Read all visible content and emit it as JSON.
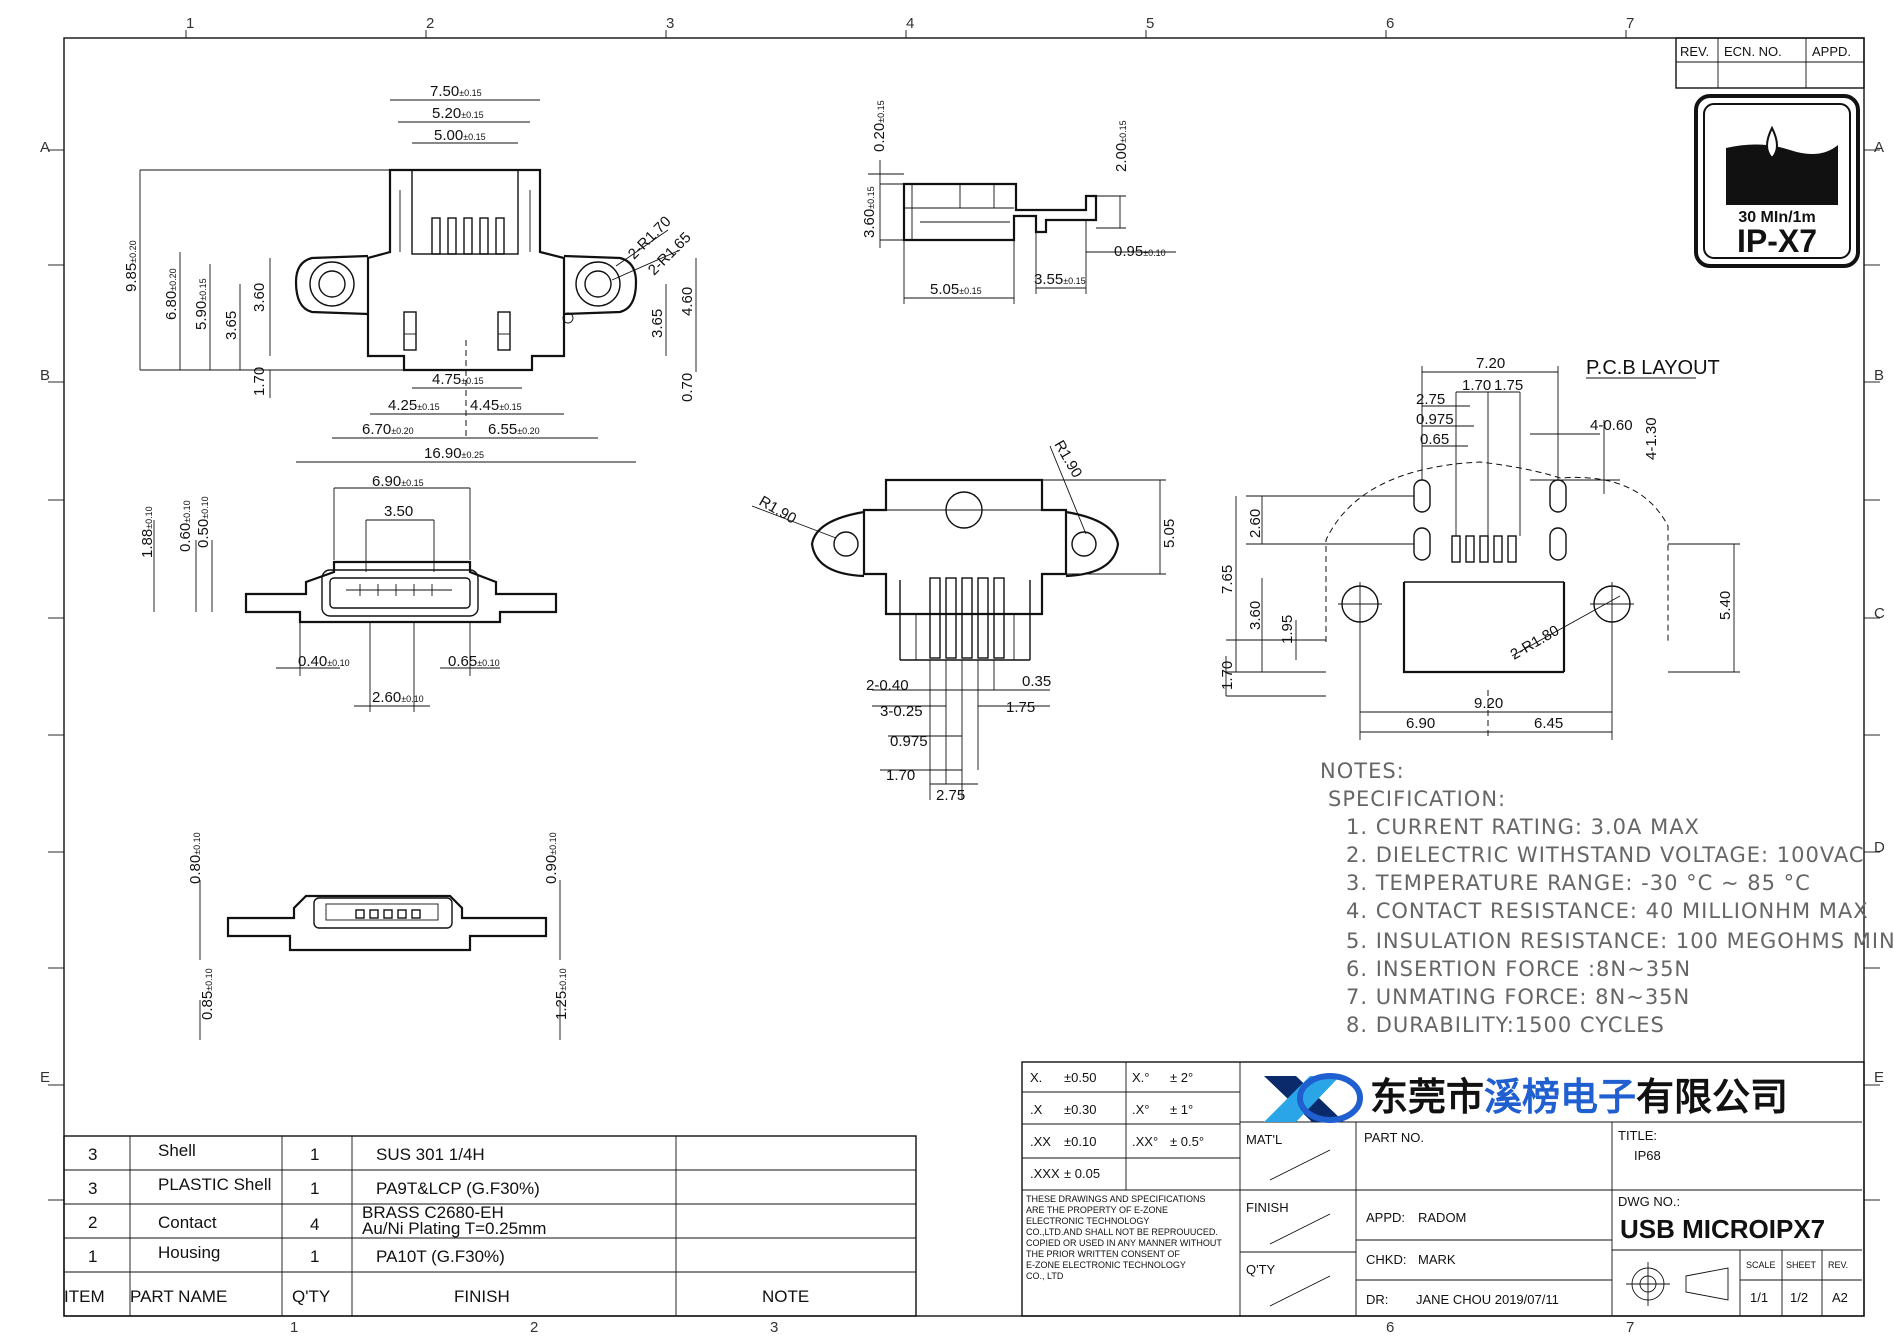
{
  "grid": {
    "columns": [
      "1",
      "2",
      "3",
      "4",
      "5",
      "6",
      "7"
    ],
    "rows": [
      "A",
      "B",
      "C",
      "D",
      "E"
    ]
  },
  "revision_block": {
    "rev": "REV.",
    "ecn": "ECN. NO.",
    "appd": "APPD."
  },
  "badge": {
    "line1": "30 MIn/1m",
    "line2": "IP-X7"
  },
  "views": {
    "top": {
      "dims": [
        "7.50",
        "5.20",
        "5.00",
        "9.85",
        "6.80",
        "5.90",
        "3.65",
        "3.60",
        "1.70",
        "2-R1.70",
        "2-R1.65",
        "4.60",
        "3.65",
        "0.70",
        "4.75",
        "4.25",
        "4.45",
        "6.70",
        "6.55",
        "16.90"
      ],
      "tol": [
        "±0.15",
        "±0.15",
        "±0.15",
        "±0.20",
        "±0.20",
        "±0.15",
        "",
        "",
        "",
        "",
        "",
        "",
        "",
        "",
        "±0.15",
        "±0.15",
        "±0.15",
        "±0.20",
        "±0.20",
        "±0.25"
      ]
    },
    "side": {
      "dims": [
        "0.20",
        "2.00",
        "3.60",
        "0.95",
        "5.05",
        "3.55"
      ],
      "tol": [
        "±0.15",
        "±0.15",
        "±0.15",
        "±0.10",
        "±0.15",
        "±0.15"
      ]
    },
    "front": {
      "dims": [
        "6.90",
        "3.50",
        "1.88",
        "0.60",
        "0.50",
        "0.40",
        "0.65",
        "2.60"
      ],
      "tol": [
        "±0.15",
        "",
        "±0.10",
        "±0.10",
        "±0.10",
        "±0.10",
        "±0.10",
        "±0.10"
      ]
    },
    "bottom": {
      "dims": [
        "0.80",
        "0.90",
        "0.85",
        "1.25"
      ],
      "tol": [
        "±0.10",
        "±0.10",
        "±0.10",
        "±0.10"
      ]
    },
    "center": {
      "dims": [
        "R1.90",
        "R1.90",
        "5.05",
        "2-0.40",
        "3-0.25",
        "0.975",
        "1.70",
        "2.75",
        "0.35",
        "1.75"
      ]
    },
    "pcb": {
      "title": "P.C.B LAYOUT",
      "dims": [
        "7.20",
        "1.70",
        "1.75",
        "2.75",
        "0.975",
        "0.65",
        "4-0.60",
        "4-1.30",
        "2.60",
        "7.65",
        "3.60",
        "1.95",
        "1.70",
        "5.40",
        "2-R1.80",
        "9.20",
        "6.90",
        "6.45"
      ]
    }
  },
  "notes": {
    "title": "NOTES:",
    "subtitle": "SPECIFICATION:",
    "items": [
      "1. CURRENT RATING: 3.0A MAX",
      "2. DIELECTRIC WITHSTAND VOLTAGE: 100VAC",
      "3. TEMPERATURE RANGE: -30 °C ~ 85 °C",
      "4. CONTACT RESISTANCE: 40 MILLIONHM MAX",
      "5. INSULATION RESISTANCE: 100 MEGOHMS MIN.",
      "6. INSERTION FORCE :8N~35N",
      "7. UNMATING FORCE: 8N~35N",
      "8. DURABILITY:1500 CYCLES"
    ]
  },
  "bom": {
    "header": {
      "item": "ITEM",
      "part": "PART NAME",
      "qty": "Q'TY",
      "finish": "FINISH",
      "note": "NOTE"
    },
    "rows": [
      {
        "item": "3",
        "part": "Shell",
        "qty": "1",
        "finish": "SUS 301 1/4H",
        "finish2": ""
      },
      {
        "item": "3",
        "part": "PLASTIC Shell",
        "qty": "1",
        "finish": "PA9T&LCP (G.F30%)",
        "finish2": ""
      },
      {
        "item": "2",
        "part": "Contact",
        "qty": "4",
        "finish": "BRASS C2680-EH",
        "finish2": "Au/Ni Plating T=0.25mm"
      },
      {
        "item": "1",
        "part": "Housing",
        "qty": "1",
        "finish": "PA10T (G.F30%)",
        "finish2": ""
      }
    ]
  },
  "title_block": {
    "company": {
      "prefix": "东莞市",
      "highlight": "溪榜电子",
      "suffix": "有限公司"
    },
    "tolerances": [
      {
        "label": "X.",
        "value": "±0.50",
        "label2": "X.°",
        "value2": "± 2°"
      },
      {
        "label": ".X",
        "value": "±0.30",
        "label2": ".X°",
        "value2": "± 1°"
      },
      {
        "label": ".XX",
        "value": "±0.10",
        "label2": ".XX°",
        "value2": "± 0.5°"
      },
      {
        "label": ".XXX",
        "value": "± 0.05",
        "label2": "",
        "value2": ""
      }
    ],
    "disclaimer": [
      "THESE DRAWINGS AND SPECIFICATIONS",
      "ARE THE PROPERTY OF E-ZONE",
      "ELECTRONIC TECHNOLOGY",
      "CO.,LTD.AND SHALL NOT BE REPROUUCED.",
      "COPIED OR USED IN ANY MANNER WITHOUT",
      "THE PRIOR WRITTEN CONSENT OF",
      "E-ZONE ELECTRONIC TECHNOLOGY",
      "CO., LTD"
    ],
    "matl_label": "MAT'L",
    "finish_label": "FINISH",
    "qty_label": "Q'TY",
    "part_no_label": "PART NO.",
    "appd_label": "APPD:",
    "appd_value": "RADOM",
    "chkd_label": "CHKD:",
    "chkd_value": "MARK",
    "dr_label": "DR:",
    "dr_value": "JANE CHOU 2019/07/11",
    "title_label": "TITLE:",
    "title_value": "IP68",
    "dwg_label": "DWG NO.:",
    "dwg_value": "USB MICROIPX7",
    "scale_label": "SCALE",
    "scale_value": "1/1",
    "sheet_label": "SHEET",
    "sheet_value": "1/2",
    "rev_label": "REV.",
    "rev_value": "A2"
  },
  "colors": {
    "brand_blue": "#1f5fd0",
    "logo_dark": "#0b2a6b",
    "logo_light": "#2aa6e8"
  }
}
